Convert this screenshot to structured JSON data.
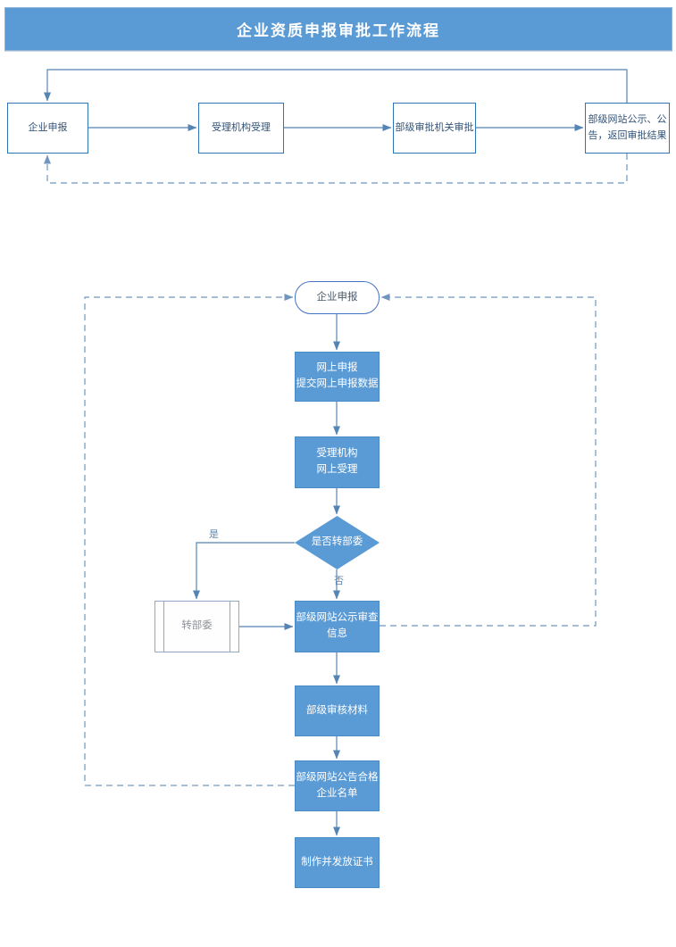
{
  "header": {
    "title": "企业资质申报审批工作流程"
  },
  "overview_flow": {
    "nodes": [
      {
        "label": "企业申报"
      },
      {
        "label": "受理机构受理"
      },
      {
        "label": "部级审批机关审批"
      },
      {
        "label": "部级网站公示、公\n告，返回审批结果"
      }
    ]
  },
  "detail_flow": {
    "start": {
      "label": "企业申报"
    },
    "steps": [
      {
        "label": "网上申报\n提交网上申报数据"
      },
      {
        "label": "受理机构\n网上受理"
      },
      {
        "label": "部级网站公示审查\n信息"
      },
      {
        "label": "部级审核材料"
      },
      {
        "label": "部级网站公告合格\n企业名单"
      },
      {
        "label": "制作并发放证书"
      }
    ],
    "decision": {
      "label": "是否转部委",
      "yes_label": "是",
      "no_label": "否"
    },
    "subprocess": {
      "label": "转部委"
    }
  },
  "colors": {
    "header_bg": "#5b9bd5",
    "process_fill": "#5b9bd5",
    "process_text": "#ffffff",
    "overview_box_border": "#2e75b6",
    "overview_box_text": "#31537a",
    "connector": "#5585b5",
    "dashed_connector": "#7096c0",
    "subprocess_border": "#8fa9c4"
  }
}
